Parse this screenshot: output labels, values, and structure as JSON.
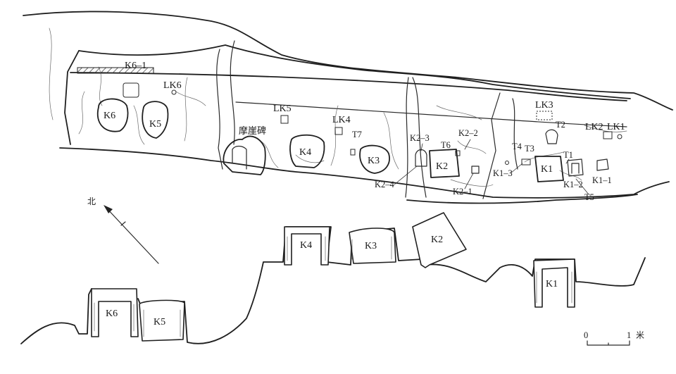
{
  "plan_labels": {
    "k6_1": "K6–1",
    "lk6": "LK6",
    "k6": "K6",
    "k5": "K5",
    "lk5": "LK5",
    "stele": "摩崖碑",
    "lk4": "LK4",
    "k4": "K4",
    "t7": "T7",
    "k3": "K3",
    "k2_3": "K2–3",
    "k2_2": "K2–2",
    "t6": "T6",
    "k2": "K2",
    "k2_4": "K2–4",
    "k2_1": "K2–1",
    "lk3": "LK3",
    "t2": "T2",
    "lk2": "LK2",
    "lk1": "LK1",
    "t4": "T4",
    "t3": "T3",
    "t1": "T1",
    "k1": "K1",
    "k1_3": "K1–3",
    "k1_2": "K1–2",
    "k1_1": "K1–1",
    "t5": "T5"
  },
  "elevation_labels": {
    "k4": "K4",
    "k3": "K3",
    "k2": "K2",
    "k1": "K1",
    "k6": "K6",
    "k5": "K5"
  },
  "north_arrow": {
    "label": "北"
  },
  "scale_bar": {
    "zero": "0",
    "one": "1",
    "unit": "米"
  }
}
